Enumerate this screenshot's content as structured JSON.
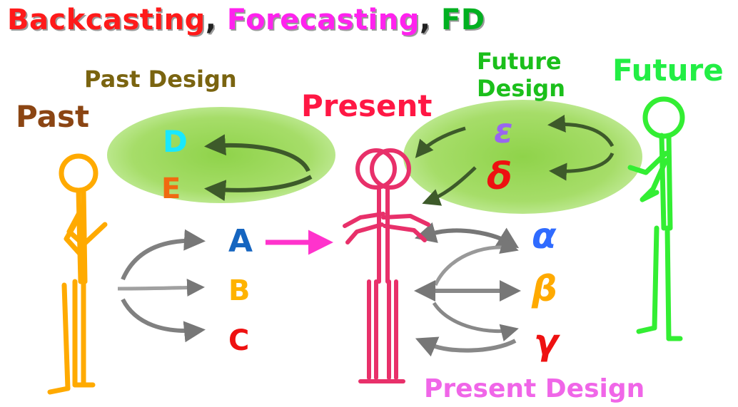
{
  "title": {
    "part1": "Backcasting",
    "sep1": ", ",
    "part2": "Forecasting",
    "sep2": ", ",
    "part3": "FD",
    "colors": {
      "part1": "#ff1a1a",
      "part2": "#ff22ee",
      "part3": "#00b020",
      "sep": "#222222"
    }
  },
  "labels": {
    "past": "Past",
    "past_design": "Past Design",
    "present": "Present",
    "future_design_line1": "Future",
    "future_design_line2": "Design",
    "future": "Future",
    "present_design": "Present Design"
  },
  "options": {
    "past_design": [
      "D",
      "E"
    ],
    "from_past": [
      "A",
      "B",
      "C"
    ],
    "present_design": [
      "α",
      "β",
      "γ"
    ],
    "future_design": [
      "ε",
      "δ"
    ]
  },
  "colors": {
    "past": "#8b4513",
    "past_design": "#7a6410",
    "present": "#ff1744",
    "future_design": "#1bbf1b",
    "future": "#22ee44",
    "present_design": "#f066e8",
    "D": "#19e8ff",
    "E": "#f06a10",
    "A": "#1565c0",
    "B": "#ffb300",
    "C": "#ee1111",
    "alpha": "#2f6bff",
    "beta": "#ffaa00",
    "gamma": "#ee1111",
    "epsilon": "#9966ee",
    "delta": "#ee1111",
    "figure_past": "#ffaa00",
    "figure_present": "#e8306a",
    "figure_future": "#33ee33",
    "arrow_gray": "#7a7a7a",
    "arrow_pink": "#ff33cc",
    "blob": "#9ad85a"
  },
  "icons": {
    "figure_past": "stick-figure-icon",
    "figure_present": "stick-figure-icon",
    "figure_future": "stick-figure-icon"
  }
}
